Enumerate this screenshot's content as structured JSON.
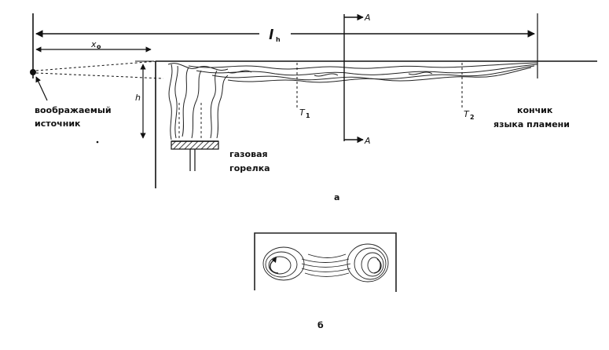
{
  "labels": {
    "l_main": "l",
    "l_sub": "h",
    "x0_main": "x",
    "x0_sub": "o",
    "h": "h",
    "section_top": "A",
    "section_bottom": "A",
    "t1_main": "T",
    "t1_sub": "1",
    "t2_main": "T",
    "t2_sub": "2",
    "source_line1": "воображаемый",
    "source_line2": "источник",
    "burner_line1": "газовая",
    "burner_line2": "горелка",
    "tip_line1": "кончик",
    "tip_line2": "языка пламени",
    "caption_a": "а",
    "caption_b": "б"
  }
}
